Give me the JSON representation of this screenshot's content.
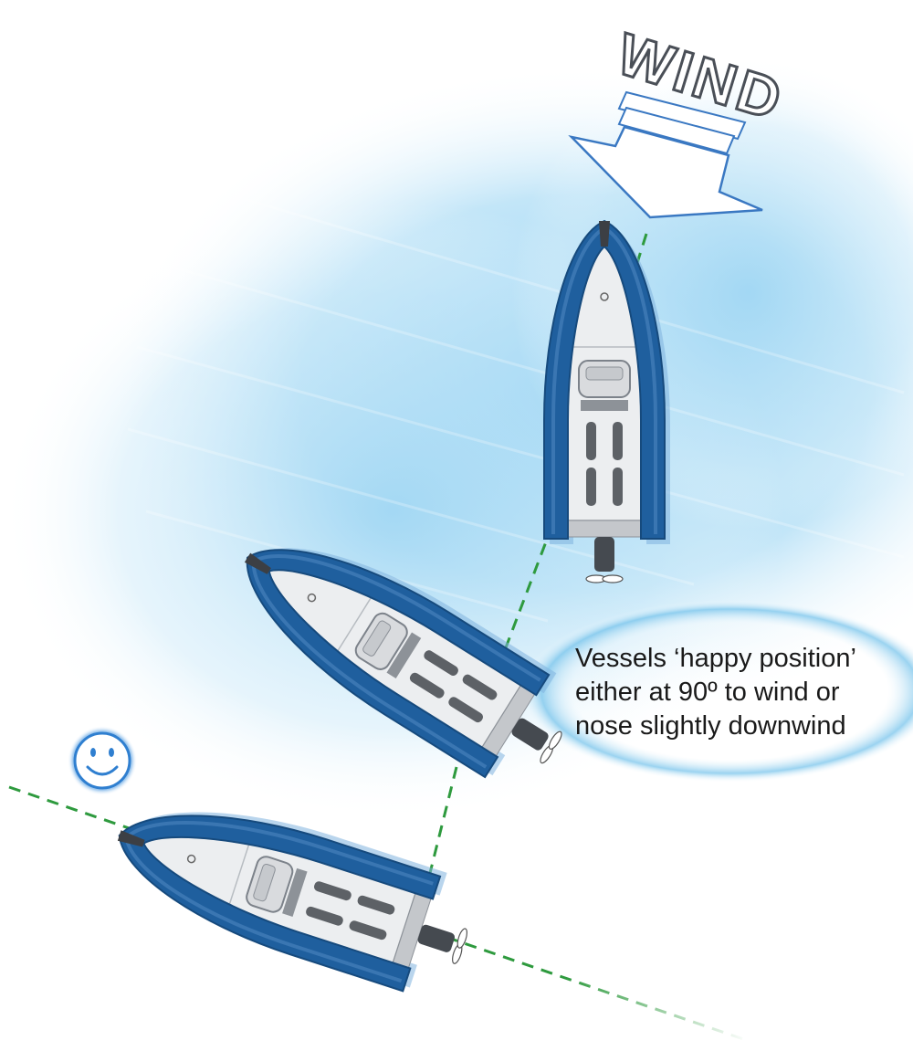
{
  "wind": {
    "label": "WIND"
  },
  "caption": {
    "lines": [
      "Vessels ‘happy position’",
      "either at 90º to wind or",
      "nose slightly downwind"
    ]
  },
  "boats": [
    {
      "name": "boat-pointing-into-wind",
      "heading_deg": 0
    },
    {
      "name": "boat-turning",
      "heading_deg": -58
    },
    {
      "name": "boat-happy-position",
      "heading_deg": -72
    }
  ],
  "colors": {
    "tube": "#1f5f9e",
    "tube_dark": "#164a7d",
    "deck": "#e9eaec",
    "water": "#8fd0f2",
    "track": "#2e9a3e",
    "arrow": "#3a78c2",
    "smiley": "#2f7fd0"
  },
  "icons": {
    "smiley": "smiley-face-icon",
    "arrow": "wind-arrow-icon"
  }
}
